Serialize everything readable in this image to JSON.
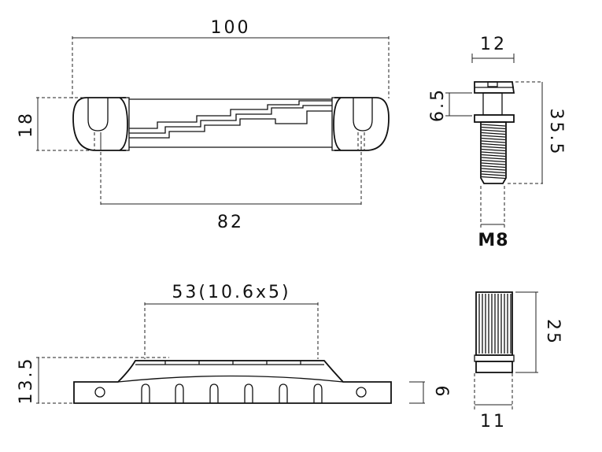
{
  "top_view": {
    "overall_length": "100",
    "height": "18",
    "post_spacing": "82"
  },
  "stud_view": {
    "head_width": "12",
    "head_height": "6.5",
    "total_length": "35.5",
    "thread": "M8"
  },
  "side_view": {
    "string_spacing": "53(10.6x5)",
    "height": "13.5",
    "slot_depth": "6"
  },
  "anchor_view": {
    "length": "25",
    "diameter": "11"
  }
}
